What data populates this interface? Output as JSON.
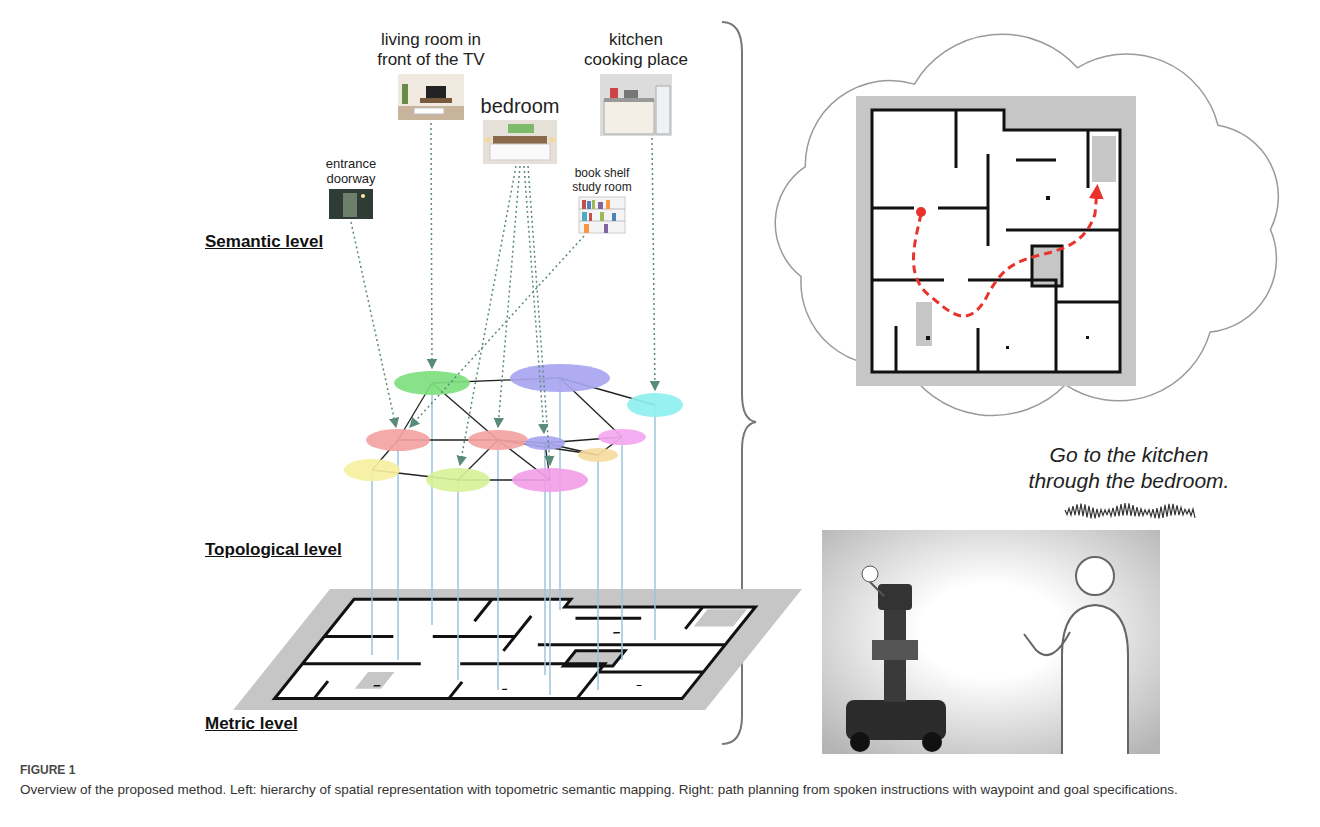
{
  "diagram": {
    "caption": "Overview of the proposed method. Left: hierarchy of spatial representation with topometric semantic mapping. Right: path planning from spoken instructions with waypoint and goal specifications.",
    "nodes": [
      {
        "text": [
          "living room in front of the TV"
        ]
      },
      {
        "text": [
          "kitchen cooking place"
        ]
      },
      {
        "text": [
          "bedroom"
        ]
      },
      {
        "text": [
          "entrance doorway"
        ]
      },
      {
        "text": [
          "book shelf study room"
        ]
      },
      {
        "text": [
          "Go to the kitchen through the bedroom."
        ]
      }
    ],
    "labels": [
      "Semantic level",
      "Topological level",
      "Metric level",
      "FIGURE 1"
    ]
  }
}
